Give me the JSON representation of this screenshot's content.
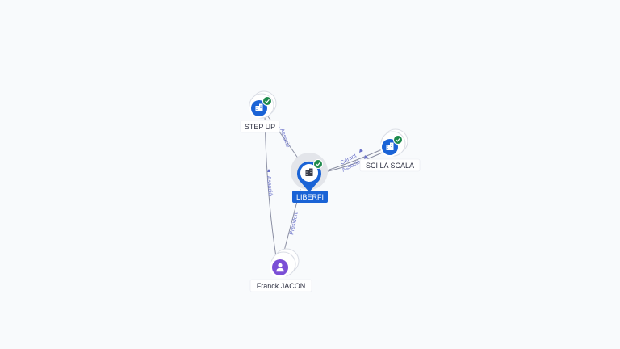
{
  "nodes": {
    "step_up": {
      "label": "STEP UP",
      "type": "company",
      "icon": "building-icon",
      "status": "check-icon"
    },
    "sci_la_scala": {
      "label": "SCI LA SCALA",
      "type": "company",
      "icon": "building-icon",
      "status": "check-icon"
    },
    "liberfi": {
      "label": "LIBERFI",
      "type": "company-focus",
      "icon": "building-icon",
      "status": "check-icon"
    },
    "franck_jacon": {
      "label": "Franck JACON",
      "type": "person",
      "icon": "person-icon"
    }
  },
  "edges": {
    "stepup_liberfi": {
      "label": "Associé"
    },
    "liberfi_sci_1": {
      "label": "Gérant"
    },
    "liberfi_sci_2": {
      "label": "Associé"
    },
    "franck_stepup": {
      "label": "Associé"
    },
    "franck_liberfi": {
      "label": "Président"
    }
  },
  "colors": {
    "company": "#1a63d6",
    "person": "#7b4fd6",
    "status_ok": "#1f8a4c",
    "edge_label": "#6b72c9"
  }
}
